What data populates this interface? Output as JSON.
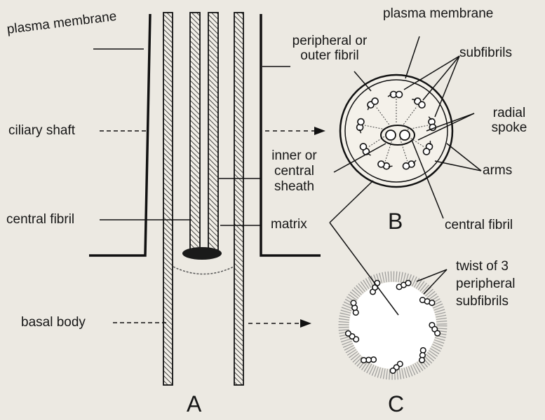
{
  "figure": {
    "panel_a": {
      "letter": "A",
      "labels": {
        "plasma_membrane": "plasma membrane",
        "ciliary_shaft": "ciliary shaft",
        "central_fibril": "central fibril",
        "basal_body": "basal body",
        "matrix": "matrix"
      }
    },
    "panel_b": {
      "letter": "B",
      "labels": {
        "plasma_membrane": "plasma membrane",
        "peripheral_fibril": "peripheral or outer fibril",
        "subfibrils": "subfibrils",
        "radial_spoke": "radial spoke",
        "inner_sheath": "inner or central sheath",
        "arms": "arms",
        "central_fibril": "central fibril"
      }
    },
    "panel_c": {
      "letter": "C",
      "labels": {
        "twist": "twist of 3 peripheral subfibrils"
      }
    }
  },
  "colors": {
    "background": "#ece9e2",
    "ink": "#161616"
  }
}
